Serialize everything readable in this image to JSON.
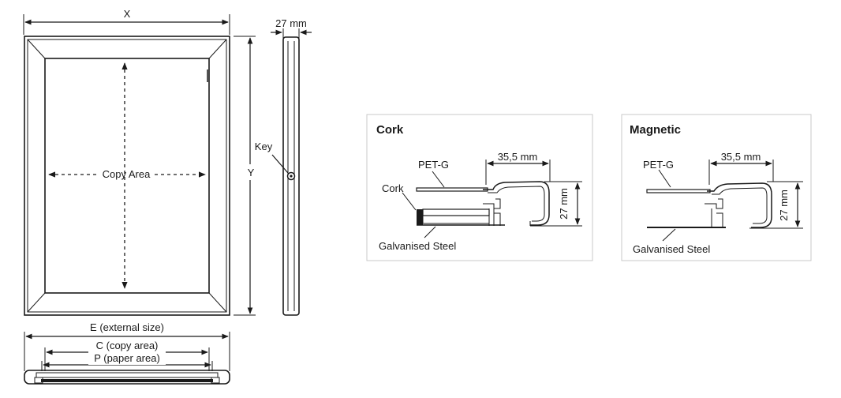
{
  "front_view": {
    "width_label": "X",
    "height_label": "Y",
    "copy_area_label": "Copy Area"
  },
  "side_view": {
    "depth_label": "27 mm",
    "key_label": "Key"
  },
  "bottom_view": {
    "external_label": "E (external size)",
    "copy_label": "C (copy area)",
    "paper_label": "P (paper area)"
  },
  "cork_panel": {
    "title": "Cork",
    "petg_label": "PET-G",
    "cork_label": "Cork",
    "steel_label": "Galvanised Steel",
    "width_dim": "35,5 mm",
    "height_dim": "27 mm"
  },
  "magnetic_panel": {
    "title": "Magnetic",
    "petg_label": "PET-G",
    "steel_label": "Galvanised Steel",
    "width_dim": "35,5 mm",
    "height_dim": "27 mm"
  },
  "colors": {
    "line": "#1a1a1a",
    "panel_border": "#c8c8c8",
    "panel_fill": "#ffffff"
  }
}
